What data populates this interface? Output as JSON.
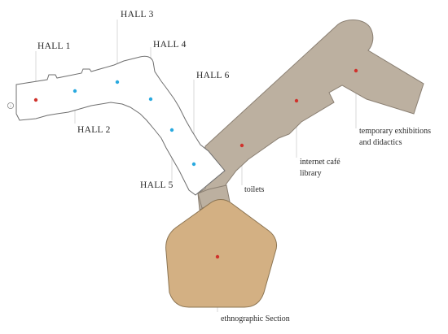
{
  "map": {
    "halls": [
      {
        "id": "hall-1",
        "label": "HALL 1",
        "dot": "red"
      },
      {
        "id": "hall-2",
        "label": "HALL 2",
        "dot": "blue"
      },
      {
        "id": "hall-3",
        "label": "HALL 3",
        "dot": "blue"
      },
      {
        "id": "hall-4",
        "label": "HALL 4",
        "dot": "blue"
      },
      {
        "id": "hall-5",
        "label": "HALL 5",
        "dot": "blue"
      },
      {
        "id": "hall-6",
        "label": "HALL 6",
        "dot": "blue"
      }
    ],
    "areas": [
      {
        "id": "toilets",
        "lines": [
          "toilets"
        ]
      },
      {
        "id": "cafe-library",
        "lines": [
          "internet café",
          "library"
        ]
      },
      {
        "id": "exhibitions",
        "lines": [
          "temporary exhibitions",
          "and didactics"
        ]
      },
      {
        "id": "ethnographic",
        "lines": [
          "ethnographic Section"
        ]
      }
    ],
    "colors": {
      "halls_wing": "#ffffff",
      "grey_wing": "#bcb0a0",
      "ethnographic_section": "#d3b083",
      "dot_blue": "#29a9df",
      "dot_red": "#d0322c"
    }
  }
}
